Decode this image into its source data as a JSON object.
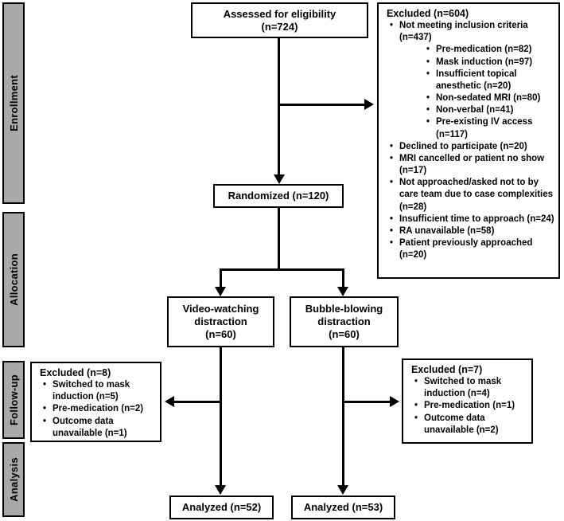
{
  "colors": {
    "sidebar_fill": "#a9a9a9",
    "line": "#000000",
    "background": "#ffffff"
  },
  "stage_labels": [
    "Enrollment",
    "Allocation",
    "Follow-up",
    "Analysis"
  ],
  "boxes": {
    "assessed": {
      "line1": "Assessed for eligibility",
      "line2": "(n=724)"
    },
    "excluded_main": {
      "title": "Excluded (n=604)",
      "items": [
        {
          "text": "Not meeting inclusion criteria (n=437)",
          "level": 1
        },
        {
          "text": "Pre-medication (n=82)",
          "level": 2
        },
        {
          "text": "Mask induction (n=97)",
          "level": 2
        },
        {
          "text": "Insufficient topical anesthetic (n=20)",
          "level": 2
        },
        {
          "text": "Non-sedated MRI (n=80)",
          "level": 2
        },
        {
          "text": "Non-verbal (n=41)",
          "level": 2
        },
        {
          "text": "Pre-existing IV access (n=117)",
          "level": 2
        },
        {
          "text": "Declined to participate (n=20)",
          "level": 1
        },
        {
          "text": "MRI cancelled or patient no show (n=17)",
          "level": 1
        },
        {
          "text": "Not approached/asked not to by care team due to case complexities (n=28)",
          "level": 1
        },
        {
          "text": "Insufficient time to approach (n=24)",
          "level": 1
        },
        {
          "text": "RA unavailable (n=58)",
          "level": 1
        },
        {
          "text": "Patient previously approached (n=20)",
          "level": 1
        }
      ]
    },
    "randomized": {
      "label": "Randomized (n=120)"
    },
    "video": {
      "label": "Video-watching distraction",
      "n": "(n=60)"
    },
    "bubble": {
      "label": "Bubble-blowing distraction",
      "n": "(n=60)"
    },
    "excluded_followup_left": {
      "title": "Excluded (n=8)",
      "items": [
        "Switched to mask induction (n=5)",
        "Pre-medication (n=2)",
        "Outcome data unavailable (n=1)"
      ]
    },
    "excluded_followup_right": {
      "title": "Excluded (n=7)",
      "items": [
        "Switched to mask induction (n=4)",
        "Pre-medication (n=1)",
        "Outcome data unavailable (n=2)"
      ]
    },
    "analyzed_left": {
      "label": "Analyzed (n=52)"
    },
    "analyzed_right": {
      "label": "Analyzed (n=53)"
    }
  }
}
